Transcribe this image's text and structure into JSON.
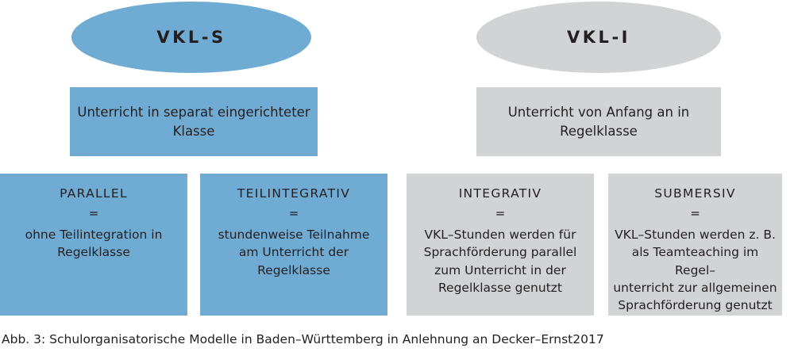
{
  "figure": {
    "caption": "Abb. 3: Schulorganisatorische Modelle  in Baden–Württemberg in Anlehnung an Decker–Ernst2017"
  },
  "colors": {
    "blue": "#6fabd3",
    "gray": "#d2d3d4",
    "text": "#231f20",
    "background": "#ffffff"
  },
  "branches": [
    {
      "id": "vkl-s",
      "ellipse_label": "VKL-S",
      "color": "blue",
      "description": "Unterricht in separat\neingerichteter Klasse",
      "models": [
        {
          "id": "parallel",
          "title": "PARALLEL",
          "equals": "=",
          "description": "ohne Teilintegration in\nRegelklasse"
        },
        {
          "id": "teilintegrativ",
          "title": "TEILINTEGRATIV",
          "equals": "=",
          "description": "stundenweise  Teilnahme\nam Unterricht der\nRegelklasse"
        }
      ]
    },
    {
      "id": "vkl-i",
      "ellipse_label": "VKL-I",
      "color": "gray",
      "description": "Unterricht von Anfang an\nin Regelklasse",
      "models": [
        {
          "id": "integrativ",
          "title": "INTEGRATIV",
          "equals": "=",
          "description": "VKL–Stunden werden  für\nSprachförderung parallel\nzum Unterricht  in der\nRegelklasse  genutzt"
        },
        {
          "id": "submersiv",
          "title": "SUBMERSIV",
          "equals": "=",
          "description": "VKL–Stunden werden  z. B.\nals Teamteaching im Regel–\nunterricht zur allgemeinen\nSprachförderung genutzt"
        }
      ]
    }
  ]
}
